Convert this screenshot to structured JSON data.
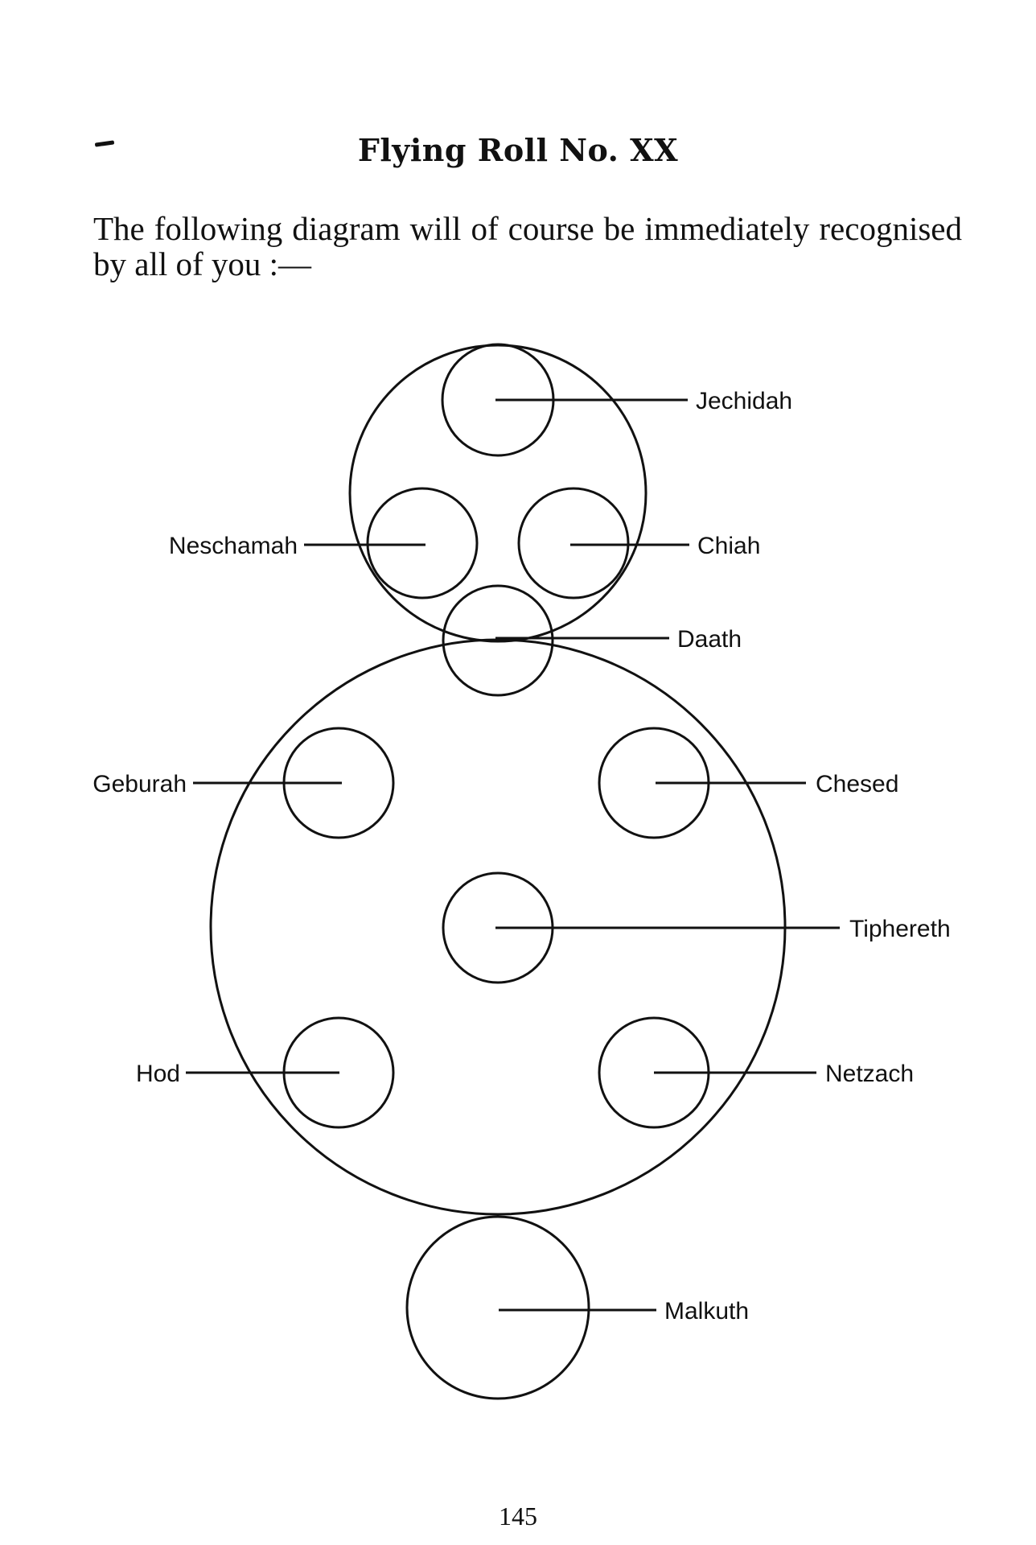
{
  "page": {
    "heading": "Flying Roll No. XX",
    "intro_line_1": "The following diagram will of course be immediately recognised",
    "intro_line_2": "by all of you :—",
    "page_number": "145"
  },
  "diagram": {
    "labels": {
      "jechidah": "Jechidah",
      "neschamah": "Neschamah",
      "chiah": "Chiah",
      "daath": "Daath",
      "geburah": "Geburah",
      "chesed": "Chesed",
      "tiphereth": "Tiphereth",
      "hod": "Hod",
      "netzach": "Netzach",
      "malkuth": "Malkuth"
    }
  }
}
